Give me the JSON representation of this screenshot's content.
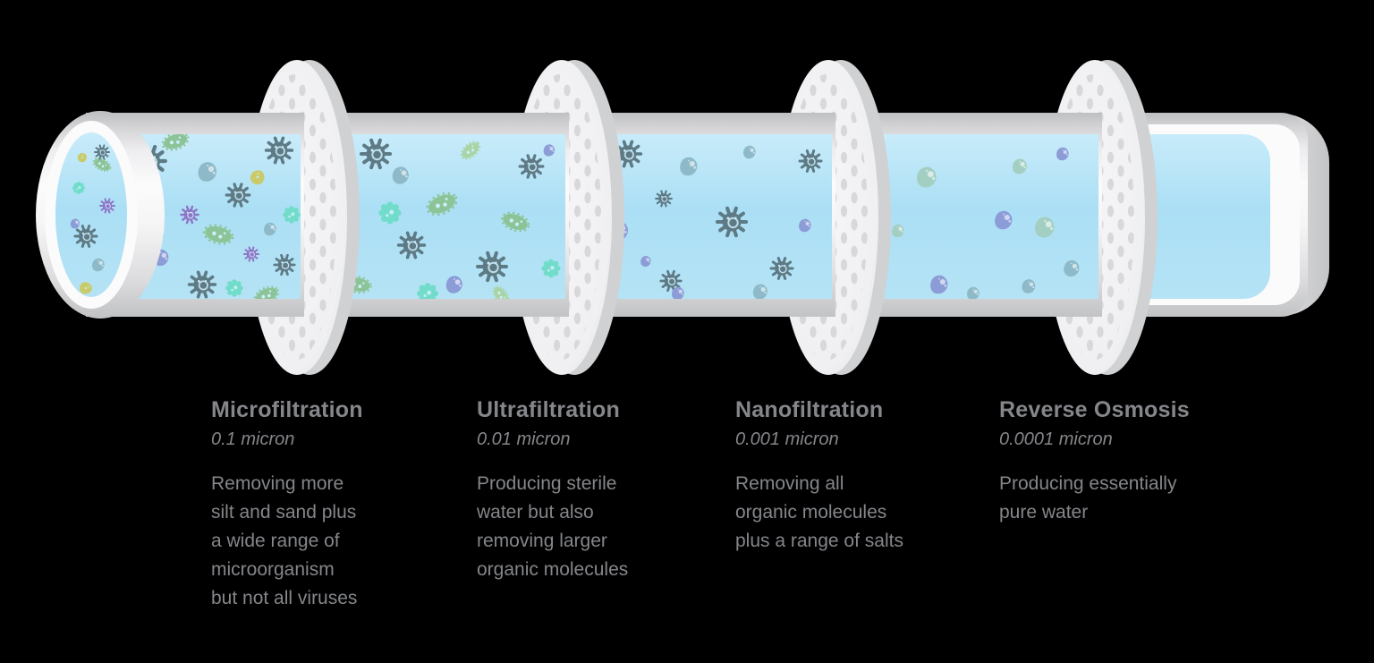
{
  "diagram_subject": "Water filtration stages",
  "stages": [
    {
      "name": "Microfiltration",
      "pore_size": "0.1 micron",
      "description": "Removing more\nsilt and sand plus\na wide range of\nmicroorganism\nbut not all viruses"
    },
    {
      "name": "Ultrafiltration",
      "pore_size": "0.01 micron",
      "description": "Producing sterile\nwater but also\nremoving larger\norganic molecules"
    },
    {
      "name": "Nanofiltration",
      "pore_size": "0.001 micron",
      "description": "Removing all\norganic molecules\nplus a range of salts"
    },
    {
      "name": "Reverse Osmosis",
      "pore_size": "0.0001 micron",
      "description": "Producing essentially\npure water"
    }
  ],
  "palette": {
    "background": "#000000",
    "label_text": "#84868a",
    "water_top": "#c9ecfa",
    "water_mid": "#abdff5",
    "water_bottom": "#b5e3f5",
    "pipe_white": "#fbfbfc",
    "pipe_grey": "#c6c7c9",
    "disc_face": "#f0f0f2",
    "disc_back": "#d0d1d3",
    "disc_holes": "#d8d8da",
    "virus_slate": "#5d7a85",
    "virus_purple": "#8d76c6",
    "bact_green": "#8cc497",
    "bact_lgreen": "#a9d4a5",
    "bact_yellow": "#c9cb6b",
    "amoeba_teal": "#72dcca",
    "drop_steel": "#8db9c8",
    "drop_peri": "#8b9cd6",
    "drop_teal": "#a3cfc2"
  }
}
